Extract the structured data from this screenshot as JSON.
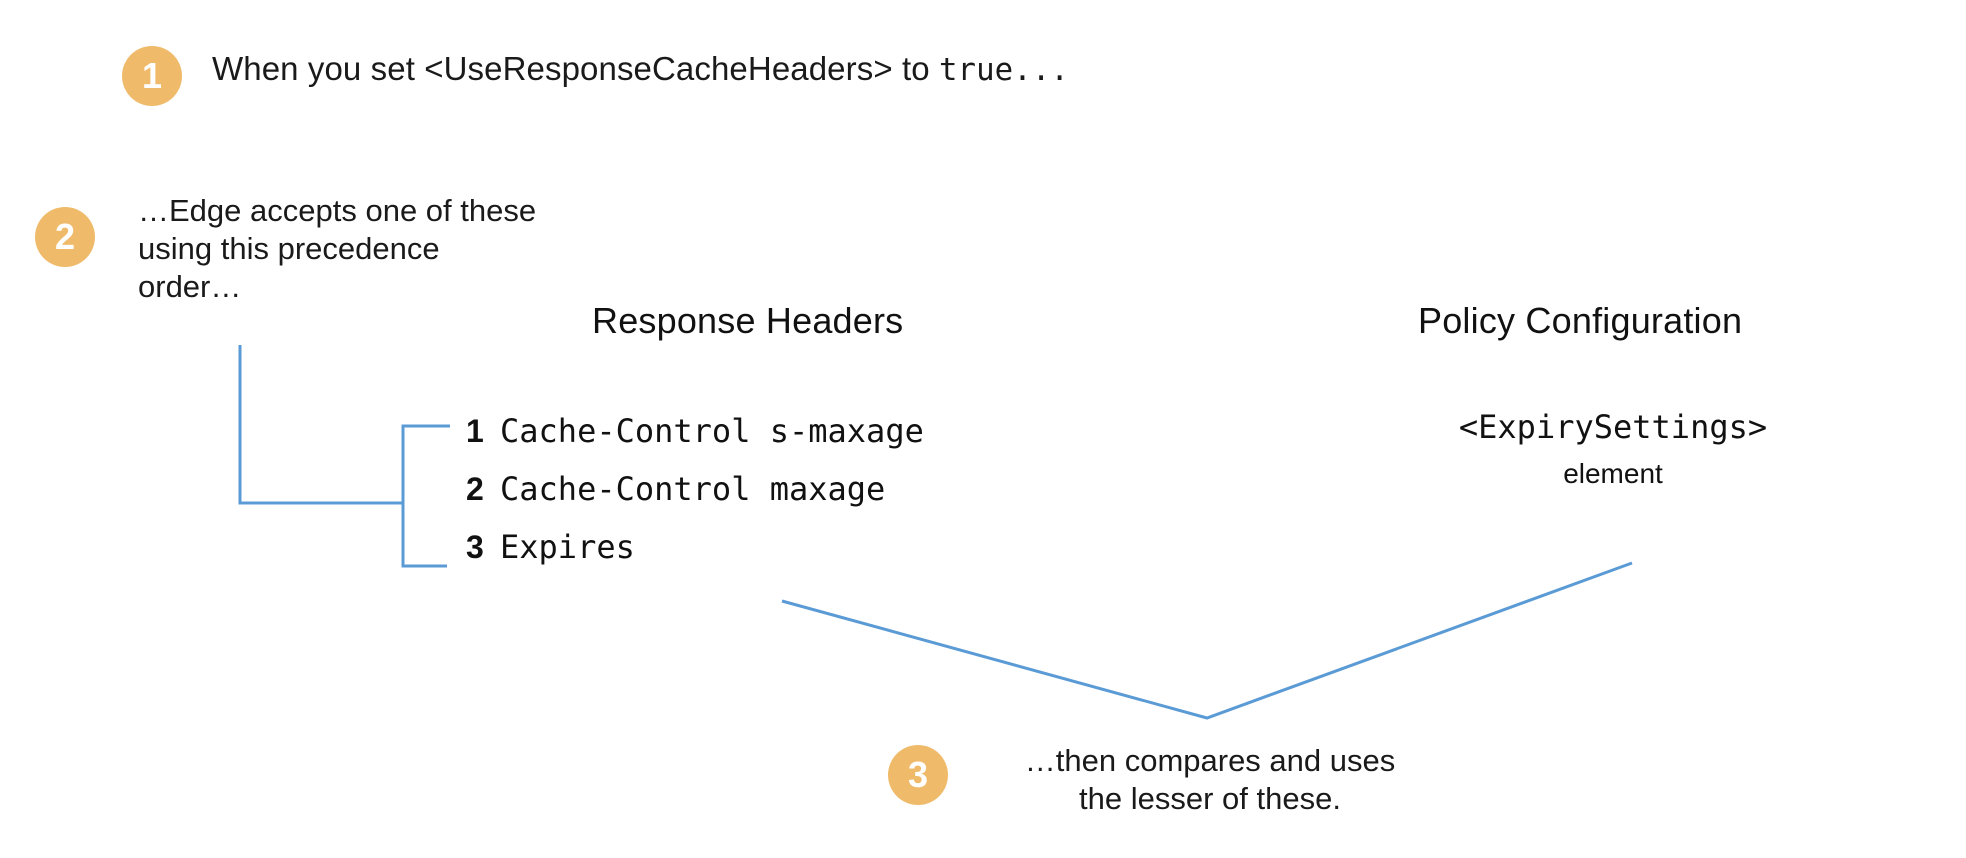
{
  "diagram": {
    "title": "Edge response cache header precedence",
    "accent_color": "#efbb6b",
    "line_color": "#5b9bd5",
    "text_color": "#1a1a1a",
    "background": "#ffffff"
  },
  "steps": {
    "one": {
      "badge": "1",
      "text_prefix": "When you set <UseResponseCacheHeaders> to ",
      "text_mono": "true..."
    },
    "two": {
      "badge": "2",
      "line1": "…Edge accepts one of these",
      "line2": "using this precedence",
      "line3": "order…"
    },
    "three": {
      "badge": "3",
      "line1": "…then compares and uses",
      "line2": "the lesser of these."
    }
  },
  "columns": {
    "response_headers": {
      "heading": "Response Headers",
      "items": [
        {
          "num": "1",
          "value": "Cache-Control s-maxage"
        },
        {
          "num": "2",
          "value": "Cache-Control maxage"
        },
        {
          "num": "3",
          "value": "Expires"
        }
      ]
    },
    "policy_configuration": {
      "heading": "Policy Configuration",
      "tag": "<ExpirySettings>",
      "word": "element"
    }
  }
}
